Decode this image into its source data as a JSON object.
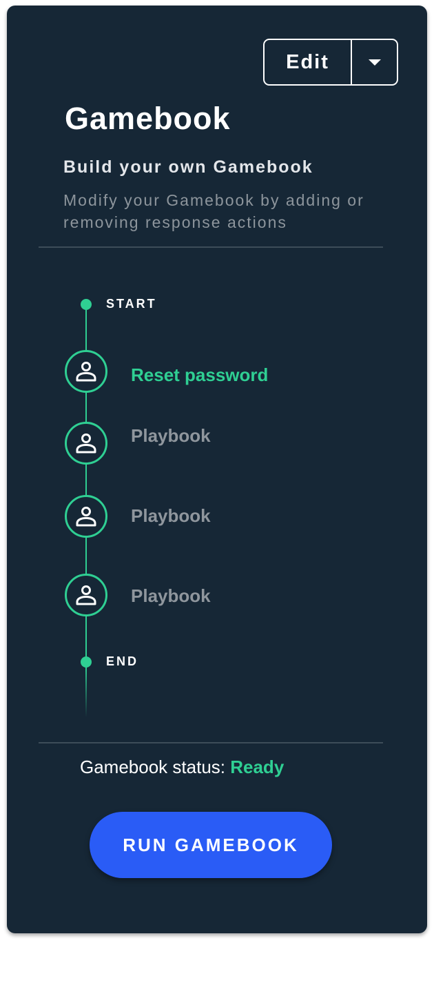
{
  "header": {
    "edit_label": "Edit",
    "dropdown_icon": "caret-down-icon",
    "title": "Gamebook",
    "subtitle": "Build your own Gamebook",
    "description": "Modify your Gamebook by adding or removing response actions"
  },
  "timeline": {
    "start_label": "START",
    "end_label": "END",
    "steps": [
      {
        "label": "Reset password",
        "icon": "user-icon",
        "active": true
      },
      {
        "label": "Playbook",
        "icon": "user-icon",
        "active": false
      },
      {
        "label": "Playbook",
        "icon": "user-icon",
        "active": false
      },
      {
        "label": "Playbook",
        "icon": "user-icon",
        "active": false
      }
    ]
  },
  "status": {
    "label": "Gamebook status:",
    "value": "Ready"
  },
  "actions": {
    "run_label": "RUN GAMEBOOK"
  },
  "colors": {
    "card_bg": "#162736",
    "accent_green": "#2fcf93",
    "primary_blue": "#2a5cf6",
    "muted_text": "#8f969d"
  }
}
